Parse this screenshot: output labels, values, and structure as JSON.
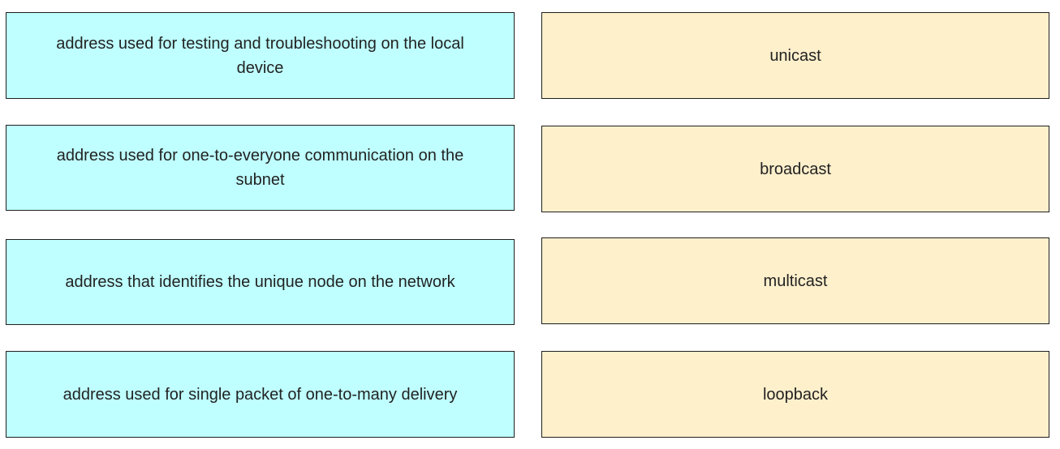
{
  "colors": {
    "definition_fill": "#bfffff",
    "term_fill": "#fff0cc",
    "border": "#1f1f1f",
    "text": "#222222"
  },
  "definitions": [
    {
      "label": "address used for testing and troubleshooting on the local device"
    },
    {
      "label": "address used for one-to-everyone communication on the subnet"
    },
    {
      "label": "address that identifies the unique node on the network"
    },
    {
      "label": "address used for single packet of one-to-many delivery"
    }
  ],
  "terms": [
    {
      "label": "unicast"
    },
    {
      "label": "broadcast"
    },
    {
      "label": "multicast"
    },
    {
      "label": "loopback"
    }
  ]
}
